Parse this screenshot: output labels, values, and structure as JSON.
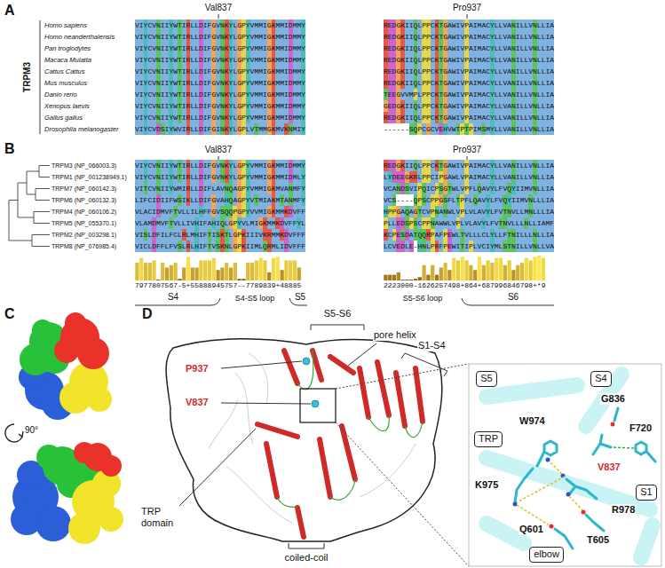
{
  "diagram": {
    "nodes": [
      {
        "text": [
          "S5"
        ]
      },
      {
        "text": [
          "S4"
        ]
      },
      {
        "text": [
          "TRP"
        ]
      },
      {
        "text": [
          "S1"
        ]
      },
      {
        "text": [
          "elbow"
        ]
      }
    ],
    "labels": [
      "A",
      "Val837",
      "Pro937",
      "TRPM3",
      "Homo sapiens",
      "Homo neanderthalensis",
      "Pan troglodytes",
      "Macaca Mulatta",
      "Cattus Cattus",
      "Mus musculus",
      "Danio rerio",
      "Xenopus laevis",
      "Gallus gallus",
      "Drosophila melanogaster",
      "VIYCVNIIYWTIRLLDIFGVNKYLGPYVMMIGKMMIDMMY",
      "VIYCVNIIYWTIRLLDIFGVNKYLGPYVMMIGKMMIDMMY",
      "VIYCVNIIYWTIRLLDIFGVNKYLGPYVMMIGKMMIDMMY",
      "VIYCVNIIYWTIRLLDIFGVNKYLGPYVMMIGKMMIDMMY",
      "VIYCVNIIYWTIRLLDIFGVNKYLGPYVMMIGKMMIDMMY",
      "VIYCVNIIYWTIRLLDIFGVNKYLGPYVMMIGKMMIDMMY",
      "VIYCVNIIYWTIRLLDIFGVNKYLGPYVMMIGKMMIDMMY",
      "VIYCVNIIYWTIRLLDIFGVNKYLGPYVMMIGKMMIDMMY",
      "VIYCVNIIYWTIRLLDIFGVNKYLGPYVMMIGKMMIDMMY",
      "VIYCVDSIYWVIRLLDIFGINKYLGPLVTMMGKMVKNMIY",
      "REDGKIIQLPPCKTGAWIVPAIMACYLLVANILLVNLLIA",
      "REDGKIIQLPPCKTGAWIVPAIMACYLLVANILLVNLLIA",
      "REDGKIIQLPPCKTGAWIVPAIMACYLLVANILLVNLLIA",
      "REDGKIIQLPPCKTGAWIVPAIMACYLLVANILLVNLLIA",
      "REDGKIIQLPPCKTGAWIVPAIMACYLLVANILLVNLLIA",
      "REDGKIIQLPPCKTGAWIVPAIMACYLLVANILLVNLLIA",
      "TEEGVVMPLPPCKTGAWIVPAIMACYLLVANILLVNLLIA",
      "GEDGKIIQLPPCKTGAWIVPAIMACYLLVANILLVNLLIA",
      "REDGKIIQLPPCKTGAWIVPAIMACYLLVANILLVNLLIA",
      "------SQPCGCVEHVWTPTPIMSMYLLVANILLVNLLIA",
      "B",
      "Val837",
      "Pro937",
      "TRPM3 (NP_066003.3)",
      "TRPM1 (NP_001238949.1)",
      "TRPM7 (NP_060142.3)",
      "TRPM6 (NP_060132.3)",
      "TRPM4 (NP_060106.2)",
      "TRPM5 (NP_055370.1)",
      "TRPM2 (NP_003298.1)",
      "TRPM8 (NP_076985.4)",
      "VIYCVNIIYWTIRLLDIFGVNKYLGPYVMMIGKMMIDMMY",
      "VIYCVNIIYWTIRLLDIFGVNKYLGPYVMMIGKMMIDMLY",
      "VITCVNIIYWMIRLLDIFLAVNQAGPYVMMIGKMVANMFY",
      "LIFCIDIIFWSIKLLDIFGVAHQAGPYVTMIAKMTANMFY",
      "VLACIDMVFTVLLILHFFGVSQQPGPYVVMIGKMMKDVFF",
      "VLAMDMVFTVLLIVHIFAHIQLGPYVLMIGKMMKDVFFYL",
      "VISLDFILFCLRLMHIFTISKTLGPKIIIVKRMMKDVFFF",
      "VICLDFFLFVSLRLHIFTVSKNLGPKIIMLQRMLIDVFFF",
      "REDGKIIQLPPCKTGAWIVPAIMACYLLVANILLVNLLIA",
      "LYDEEGKRLPPCIPGAWLVPAIMACYLLVANILLVNLLIA",
      "VCANDSVIPQICPSGTWLVPFLQAVYLFVQYIIMVNLLIA",
      "VCS----QPSCPPGSFLTPFLQAVYLFVQYIIMVNLLLIA",
      "HPPGAQAGTCVPNANWLVPLVLAVYLFVTNVLLMNLLLIA",
      "PLLEDSPSCPPNAWWLVPLVLAVYLFVTNVLLLNLLIAMF",
      "KCPESDATQQRPAFPEWLTVLLLCLYLLFTNILLLNLLIA",
      "LCVEDLE-HNLPRFPEWITIPLVCIYMLSTNILLVNLLVA",
      "7977807567-5+55888945757--7789839+48885",
      "2223000-1626257498+864+687996846798+*9",
      "S4",
      "S4-S5 loop",
      "S5",
      "S5-S6 loop",
      "S6",
      "C",
      "90°",
      "D",
      "S5-S6",
      "pore helix",
      "S1-S4",
      "P937",
      "V837",
      "TRP domain",
      "coiled-coil",
      "G836",
      "W974",
      "F720",
      "V837",
      "K975",
      "R978",
      "Q601",
      "T605"
    ]
  }
}
